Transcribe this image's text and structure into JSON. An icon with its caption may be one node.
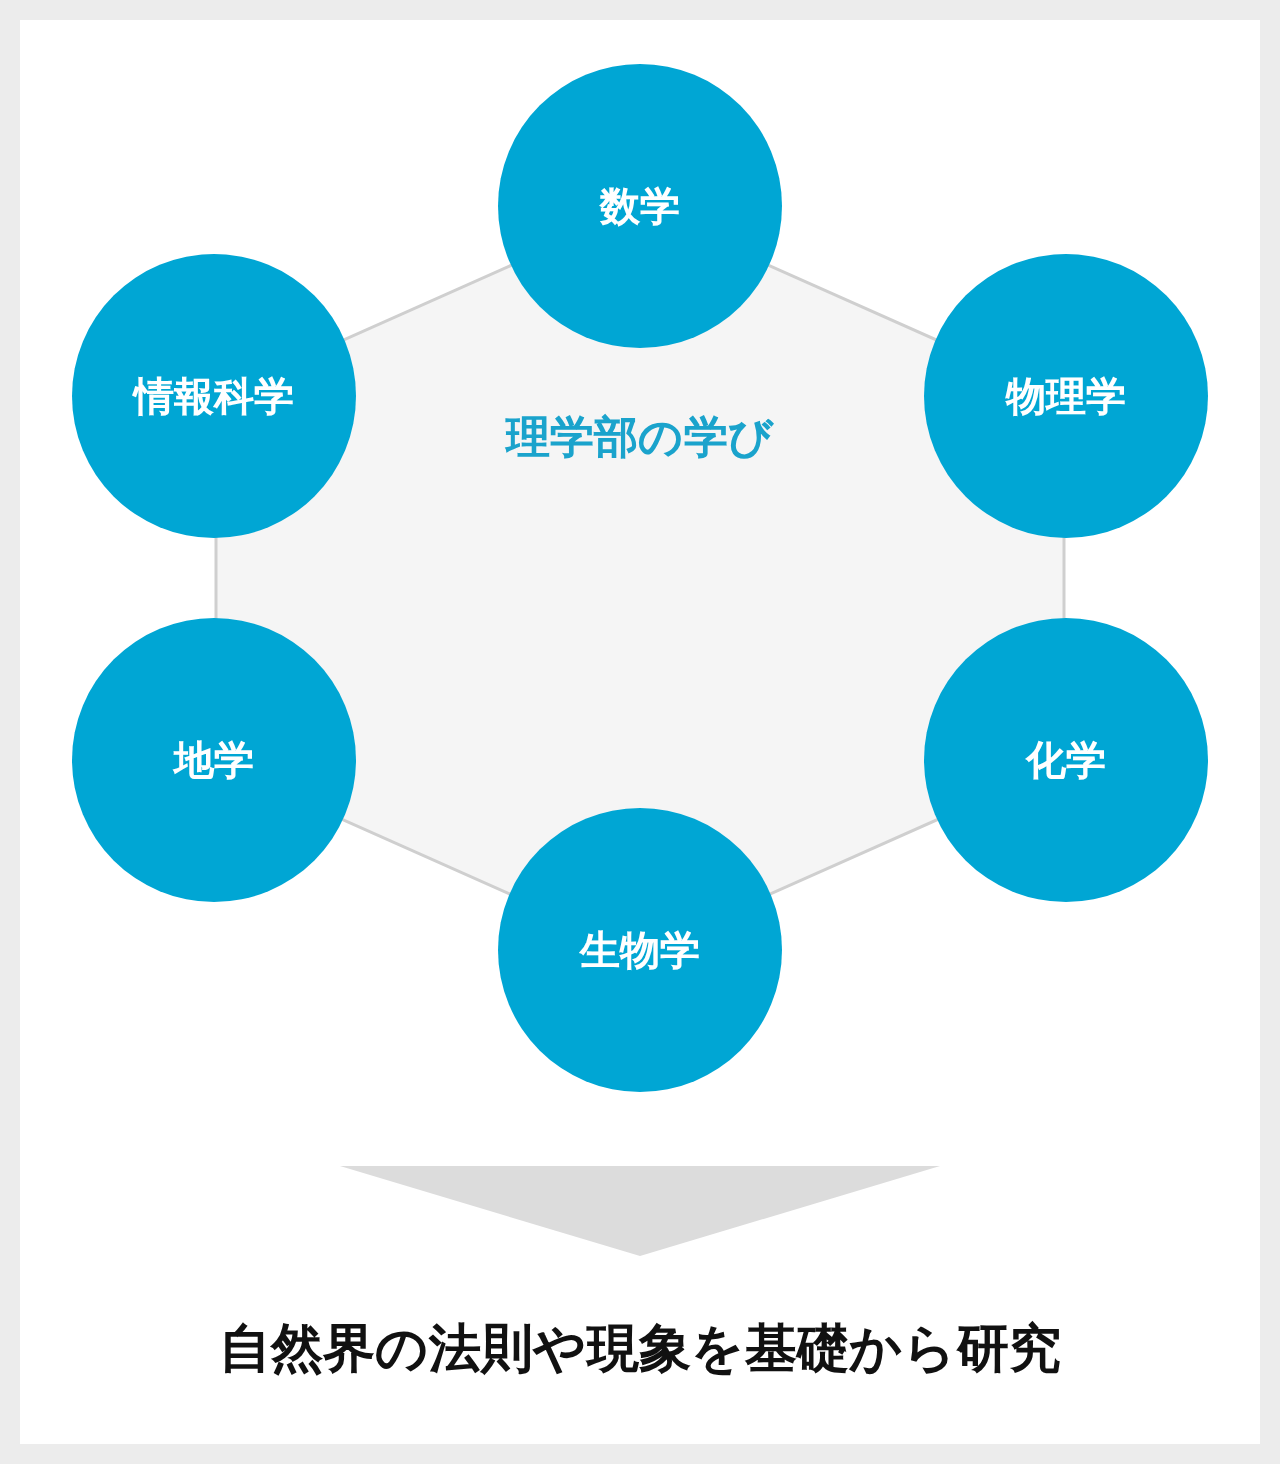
{
  "diagram": {
    "nodes": [
      {
        "text": [
          "理学部の学び"
        ]
      },
      {
        "text": [
          "数学"
        ]
      },
      {
        "text": [
          "物理学"
        ]
      },
      {
        "text": [
          "情報科学"
        ]
      },
      {
        "text": [
          "化学"
        ]
      },
      {
        "text": [
          "地学"
        ]
      },
      {
        "text": [
          "生物学"
        ]
      },
      {
        "text": [
          "自然界の法則や現象を基礎から研究"
        ]
      }
    ],
    "edges": [
      {
        "from": 0,
        "to": 7,
        "arrow": "to"
      }
    ]
  }
}
